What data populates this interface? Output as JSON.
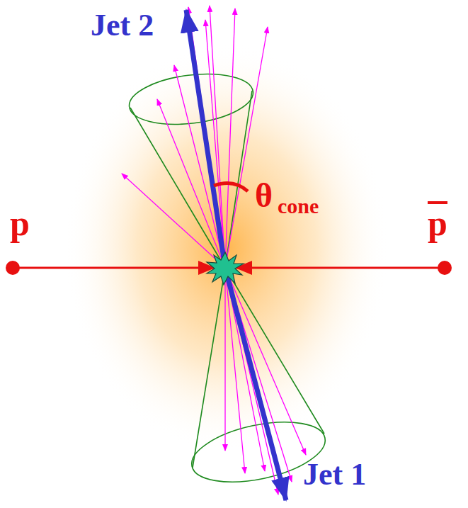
{
  "diagram": {
    "labels": [
      "Jet 2",
      "Jet 1",
      "θ",
      "cone",
      "p",
      "p"
    ]
  }
}
